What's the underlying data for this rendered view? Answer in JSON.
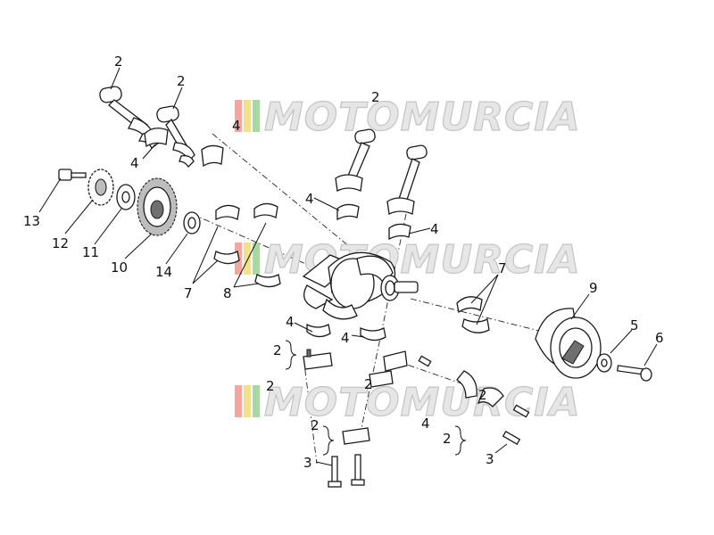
{
  "watermark": {
    "text": "MOTOMURCIA",
    "colors": [
      "#f4a7a0",
      "#f3e08a",
      "#a9d8a4"
    ]
  },
  "callouts": {
    "c13": "13",
    "c12": "12",
    "c11": "11",
    "c10": "10",
    "c14": "14",
    "c7a": "7",
    "c8": "8",
    "c7b": "7",
    "c9": "9",
    "c5": "5",
    "c6": "6",
    "c2a": "2",
    "c2b": "2",
    "c2c": "2",
    "c4a": "4",
    "c4b": "4",
    "c4c": "4",
    "c4d": "4",
    "c4e": "4",
    "c2d": "2",
    "c4f": "4",
    "c2e": "2",
    "c2f": "2",
    "c4g": "4",
    "c2g": "2",
    "c3a": "3",
    "c3b": "3",
    "c2h": "2",
    "c2i": "2"
  }
}
